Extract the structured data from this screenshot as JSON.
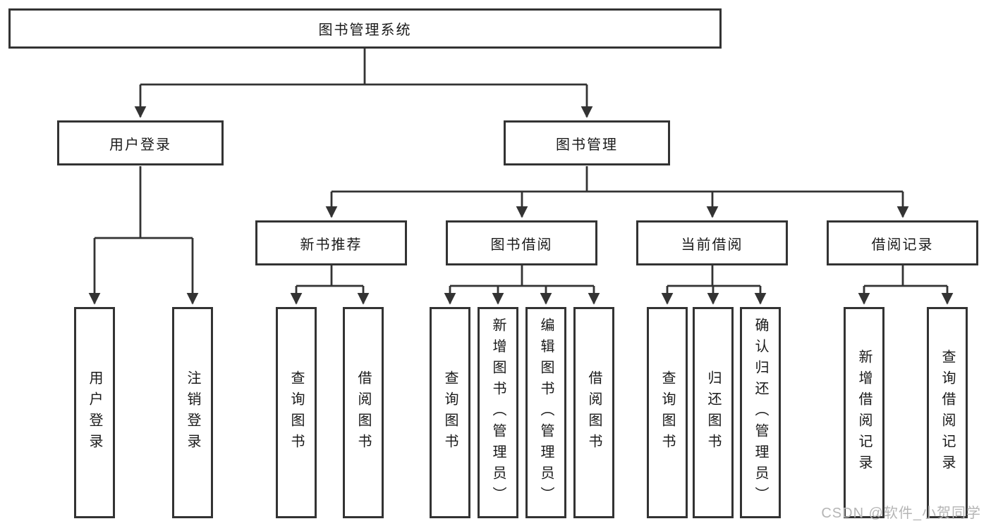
{
  "diagram": {
    "root": "图书管理系统",
    "level2": [
      "用户登录",
      "图书管理"
    ],
    "level3": [
      "新书推荐",
      "图书借阅",
      "当前借阅",
      "借阅记录"
    ],
    "leaves_user_login": [
      "用户登录",
      "注销登录"
    ],
    "leaves_new_book": [
      "查询图书",
      "借阅图书"
    ],
    "leaves_book_borrow": [
      "查询图书",
      "新增图书（管理员）",
      "编辑图书（管理员）",
      "借阅图书"
    ],
    "leaves_current_borrow": [
      "查询图书",
      "归还图书",
      "确认归还（管理员）"
    ],
    "leaves_borrow_records": [
      "新增借阅记录",
      "查询借阅记录"
    ]
  },
  "colors": {
    "line": "#333333",
    "text": "#1a1a1a",
    "watermark": "#b5b5b5",
    "background": "#ffffff"
  },
  "watermark": "CSDN @软件_小贺同学"
}
